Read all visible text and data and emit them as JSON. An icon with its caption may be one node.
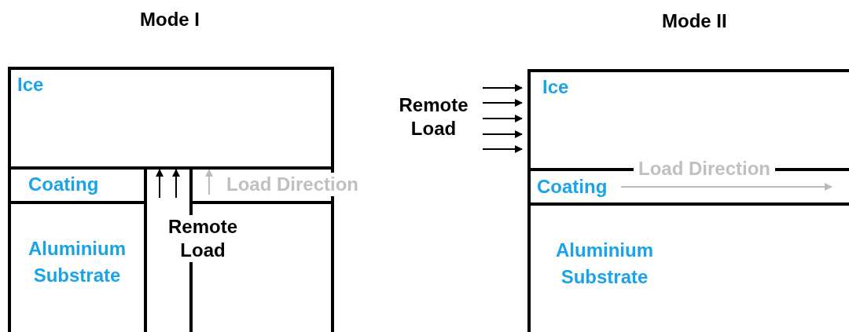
{
  "diagram": {
    "nodes": [
      {
        "text": [
          "Ice"
        ]
      },
      {
        "text": [
          "Coating"
        ]
      },
      {
        "text": [],
        "shape": "box"
      },
      {
        "text": [
          "Aluminium Substrate"
        ]
      },
      {
        "text": [],
        "shape": "box"
      },
      {
        "text": [
          "Ice"
        ]
      },
      {
        "text": [
          "Coating"
        ]
      },
      {
        "text": [
          "Aluminium Substrate"
        ]
      }
    ],
    "labels": [
      "Mode I",
      "Load Direction",
      "Remote Load",
      "Mode II",
      "Remote Load",
      "Load Direction"
    ]
  }
}
